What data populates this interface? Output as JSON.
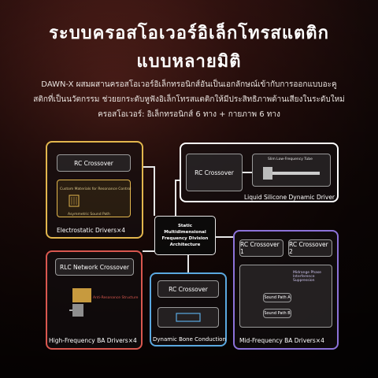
{
  "heading": {
    "line1": "ระบบครอสโอเวอร์อิเล็กโทรสแตติก",
    "line2": "แบบหลายมิติ"
  },
  "description": {
    "line1": "DAWN-X ผสมผสานครอสโอเวอร์อิเล็กทรอนิกส์อันเป็นเอกลักษณ์เข้ากับการออกแบบอะคู",
    "line2": "สติกที่เป็นนวัตกรรม ช่วยยกระดับหูฟังอิเล็กโทรสแตติกให้มีประสิทธิภาพด้านเสียงในระดับใหม่",
    "line3": "ครอสโอเวอร์: อิเล็กทรอนิกส์ 6 ทาง + กายภาพ 6 ทาง"
  },
  "center": {
    "label": "Static Multidimensional Frequency Division Architecture"
  },
  "electrostatic": {
    "crossover": "RC Crossover",
    "materials": "Custom Materials for Resonance Control",
    "path": "Asymmetric Sound Path",
    "footer": "Electrostatic Drivers×4",
    "accent": "#e2b64d"
  },
  "liquid": {
    "crossover": "RC Crossover",
    "tube": "Slim Low-Frequency Tube",
    "footer": "Liquid Silicone Dynamic Driver",
    "accent": "#ffffff"
  },
  "rlc": {
    "crossover": "RLC Network Crossover",
    "anti": "Anti-Resonance Structure",
    "footer": "High-Frequency BA Drivers×4",
    "accent": "#d9574f"
  },
  "bone": {
    "crossover": "RC Crossover",
    "footer": "Dynamic Bone Conduction",
    "accent": "#5aa8e0"
  },
  "midba": {
    "crossover1": "RC Crossover 1",
    "crossover2": "RC Crossover 2",
    "phase": "Midrange Phase Interference Suppression",
    "pathA": "Sound Path A",
    "pathB": "Sound Path B",
    "footer": "Mid-Frequency BA Drivers×4",
    "accent": "#8c72d9"
  }
}
